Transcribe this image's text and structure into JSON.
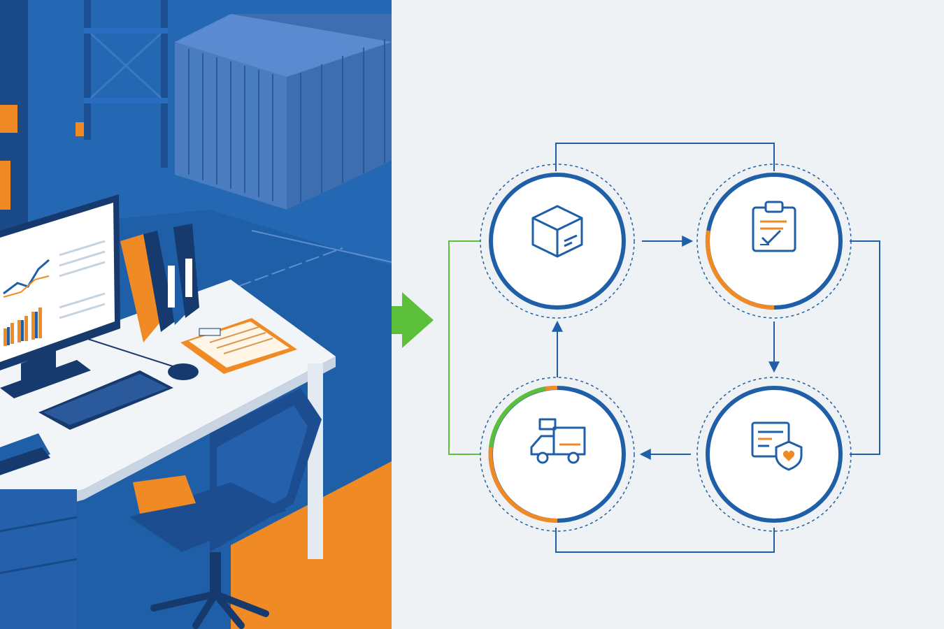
{
  "colors": {
    "primary_blue": "#1f5fa8",
    "deep_blue": "#163f7a",
    "accent_orange": "#f08a24",
    "accent_green": "#5cbf3a",
    "background": "#eef2f5"
  },
  "illustration": {
    "scene": "warehouse-office-desk",
    "items": [
      "monitor-dashboard",
      "binders",
      "clipboard",
      "keyboard",
      "mouse",
      "office-chair",
      "shipping-container",
      "warehouse-racks"
    ]
  },
  "transition_arrow": {
    "icon": "right-arrow-icon",
    "color": "#5cbf3a"
  },
  "cycle": {
    "nodes": [
      {
        "id": "receive",
        "icon": "package-box-icon",
        "ring_progress": 0
      },
      {
        "id": "inspect",
        "icon": "clipboard-check-icon",
        "ring_progress": 0.4
      },
      {
        "id": "approve",
        "icon": "document-heart-icon",
        "ring_progress": 0
      },
      {
        "id": "deliver",
        "icon": "delivery-truck-icon",
        "ring_progress": 0.45
      }
    ],
    "flow": [
      "receive",
      "inspect",
      "approve",
      "deliver",
      "receive"
    ]
  }
}
